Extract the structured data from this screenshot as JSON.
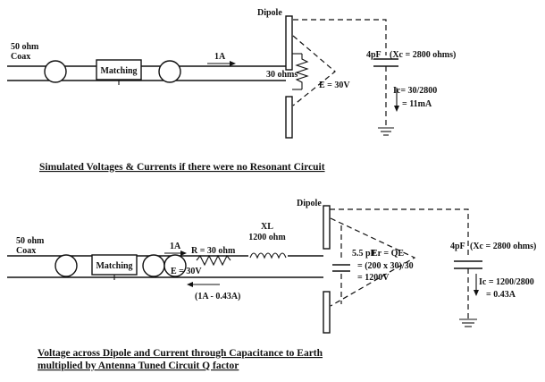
{
  "top_diagram": {
    "coax_label_1": "50 ohm",
    "coax_label_2": "Coax",
    "matching_label": "Matching",
    "current_label": "1A",
    "resistance_label": "30 ohms",
    "voltage_label": "E = 30V",
    "dipole_label": "Dipole",
    "capacitor_label": "4pF",
    "reactance_label": "(Xc = 2800 ohms)",
    "ic_line1": "Ic= 30/2800",
    "ic_line2": "= 11mA"
  },
  "top_caption": "Simulated Voltages & Currents if there were no Resonant Circuit",
  "bottom_diagram": {
    "coax_label_1": "50 ohm",
    "coax_label_2": "Coax",
    "matching_label": "Matching",
    "current_label": "1A",
    "voltage_label": "E = 30V",
    "resistance_label": "R = 30 ohm",
    "inductor_label_1": "XL",
    "inductor_label_2": "1200 ohm",
    "return_current_label": "(1A - 0.43A)",
    "dipole_label": "Dipole",
    "tune_cap_label": "5.5 pF",
    "er_line1": "Er = QE",
    "er_line2": "= (200 x 30)/30",
    "er_line3": "= 1200V",
    "capacitor_label": "4pF",
    "reactance_label": "(Xc = 2800 ohms)",
    "ic_line1": "Ic = 1200/2800",
    "ic_line2": "= 0.43A"
  },
  "bottom_caption_line1": "Voltage across Dipole and Current through Capacitance to Earth",
  "bottom_caption_line2": "multiplied by Antenna Tuned Circuit Q factor"
}
